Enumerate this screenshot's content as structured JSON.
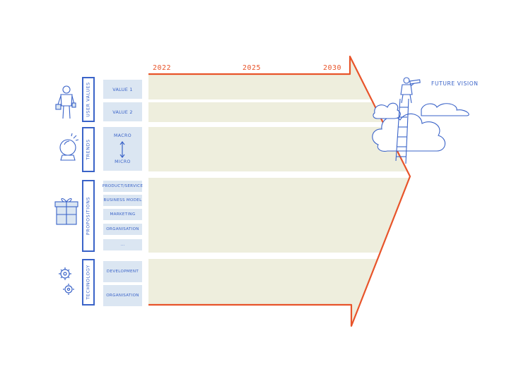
{
  "timeline": {
    "years": [
      "2022",
      "2025",
      "2030"
    ]
  },
  "future_vision": "FUTURE VISION",
  "categories": [
    {
      "key": "user_values",
      "label": "USER VALUES",
      "icon": "person-icon",
      "items": [
        "VALUE 1",
        "VALUE 2"
      ]
    },
    {
      "key": "trends",
      "label": "TRENDS",
      "icon": "crystal-ball-icon",
      "top_item": "MACRO",
      "bottom_item": "MICRO"
    },
    {
      "key": "propositions",
      "label": "PROPOSITIONS",
      "icon": "gift-box-icon",
      "items": [
        "PRODUCT/SERVICE",
        "BUSINESS MODEL",
        "MARKETING",
        "ORGANISATION",
        "..."
      ]
    },
    {
      "key": "technology",
      "label": "TECHNOLOGY",
      "icon": "gears-icon",
      "items": [
        "DEVELOPMENT",
        "ORGANISATION"
      ]
    }
  ],
  "colors": {
    "accent_orange": "#e8542a",
    "ink_blue": "#3a63c8",
    "cell_blue": "#dbe6f2",
    "lane_beige": "#eeeedd"
  }
}
